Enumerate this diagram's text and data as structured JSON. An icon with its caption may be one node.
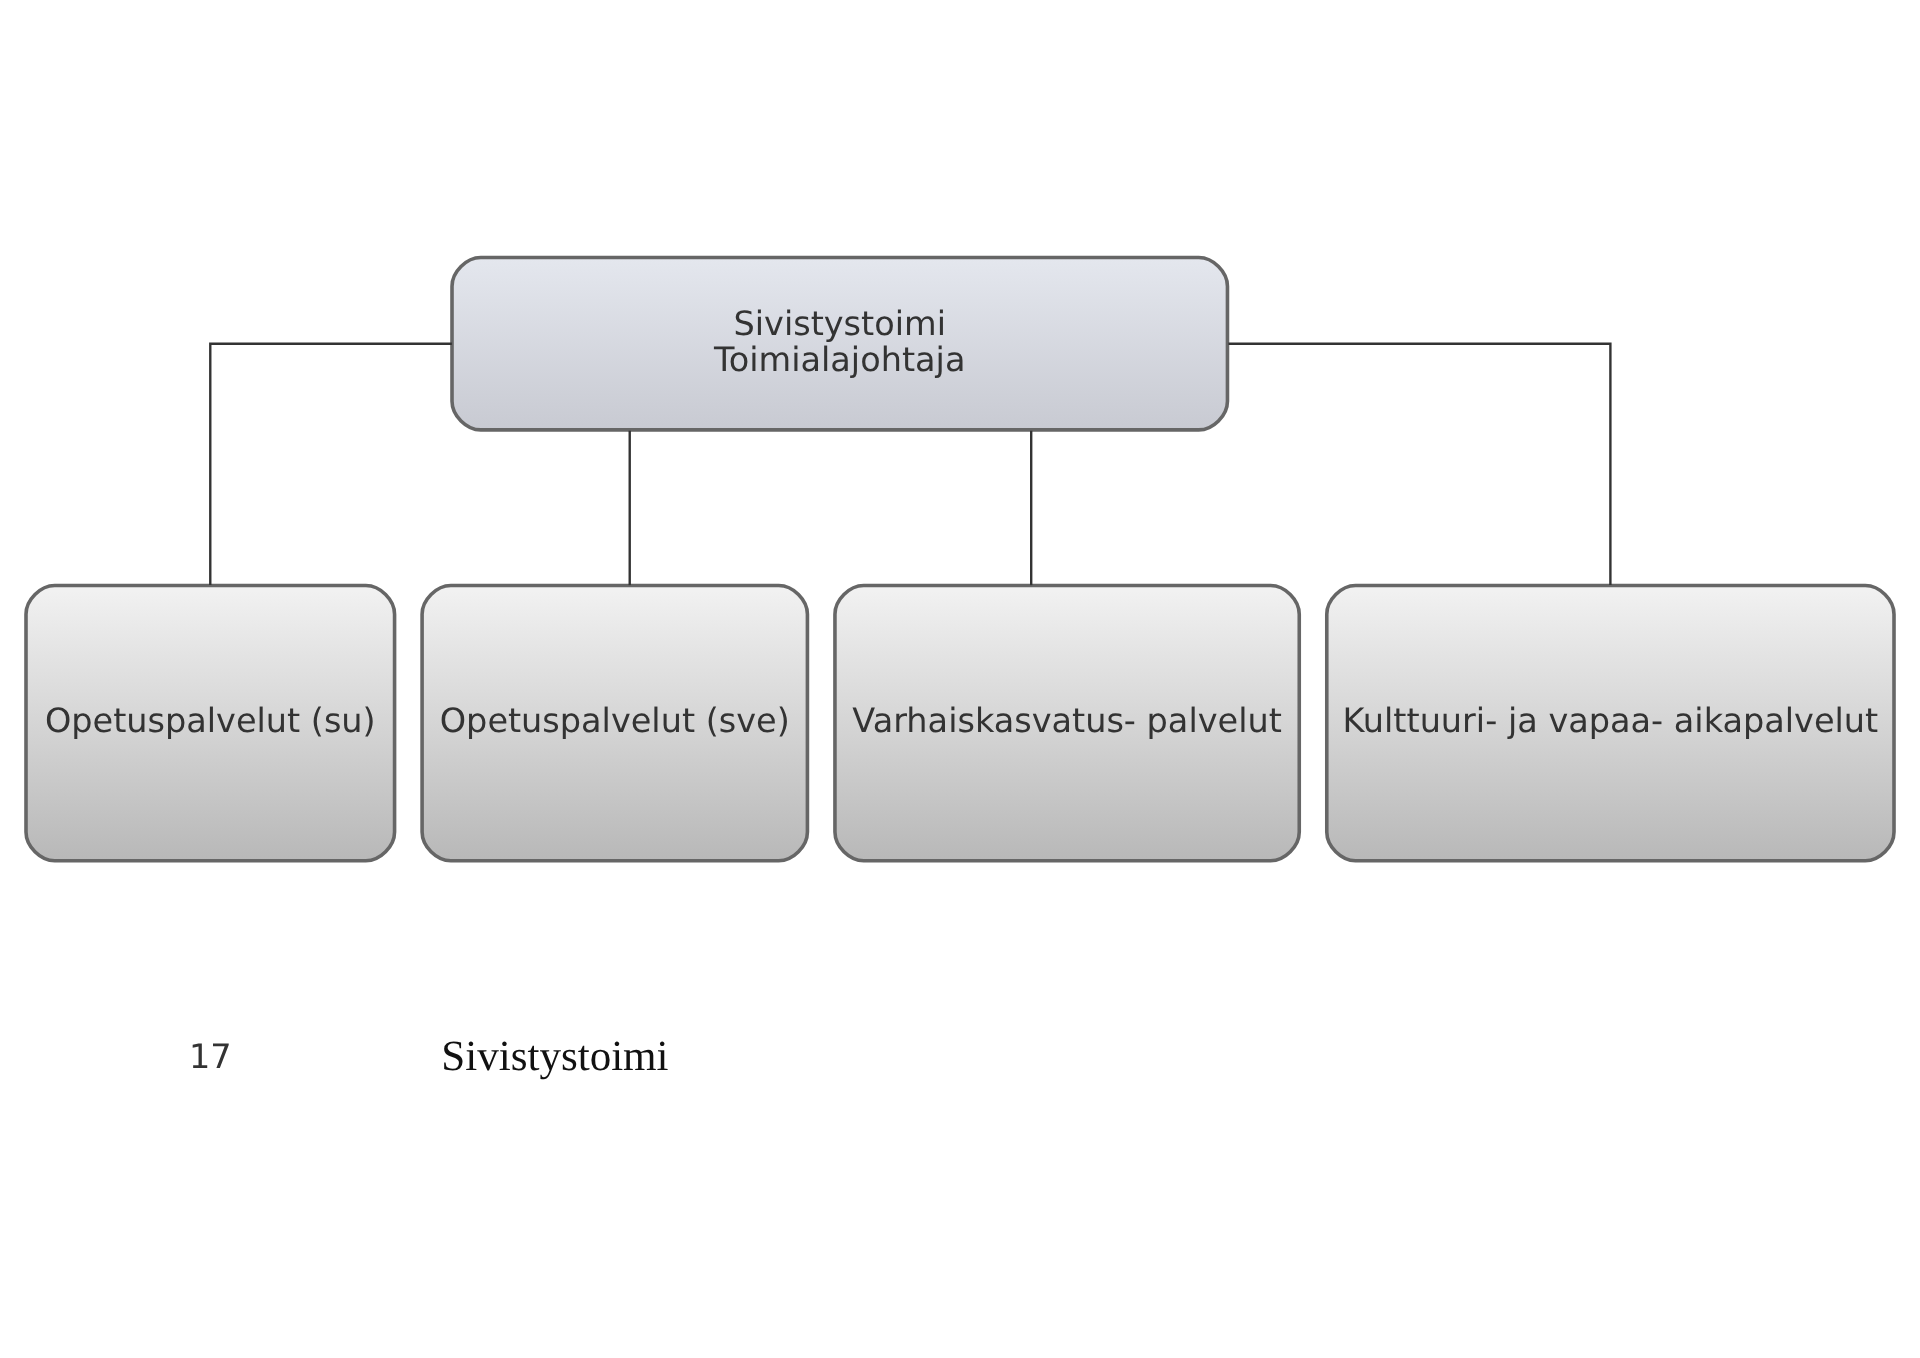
{
  "diagram": {
    "nodes": [
      {
        "text": [
          "Sivistystoimi",
          "Toimialajohtaja"
        ]
      },
      {
        "text": [
          "Opetuspalvelut (su)"
        ]
      },
      {
        "text": [
          "Opetuspalvelut (sve)"
        ]
      },
      {
        "text": [
          "Varhaiskasvatus- palvelut"
        ]
      },
      {
        "text": [
          "Kulttuuri- ja vapaa- aikapalvelut"
        ]
      }
    ],
    "edges": [
      {
        "from": 0,
        "to": 1,
        "arrow": "none"
      },
      {
        "from": 0,
        "to": 2,
        "arrow": "none"
      },
      {
        "from": 0,
        "to": 3,
        "arrow": "none"
      },
      {
        "from": 0,
        "to": 4,
        "arrow": "none"
      }
    ],
    "labels": [
      "17",
      "Sivistystoimi"
    ]
  }
}
